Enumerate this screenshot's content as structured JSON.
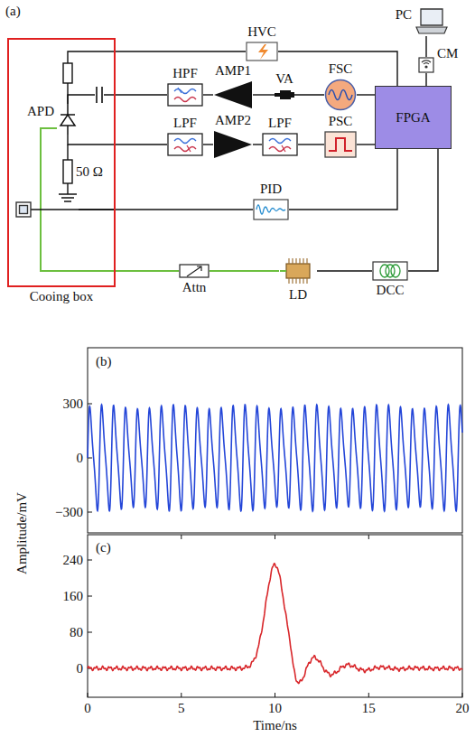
{
  "diagram": {
    "nodes": [
      {
        "text": [
          "Cooing box"
        ]
      },
      {
        "text": [
          "APD"
        ],
        "in": 0
      },
      {
        "text": [
          "HVC"
        ]
      },
      {
        "text": [
          "HPF"
        ]
      },
      {
        "text": [
          "AMP1"
        ]
      },
      {
        "text": [
          "VA"
        ]
      },
      {
        "text": [
          "FSC"
        ]
      },
      {
        "text": [
          "FPGA"
        ]
      },
      {
        "text": [
          "PC"
        ]
      },
      {
        "text": [
          "CM"
        ]
      },
      {
        "text": [
          "LPF"
        ]
      },
      {
        "text": [
          "AMP2"
        ]
      },
      {
        "text": [
          "LPF"
        ]
      },
      {
        "text": [
          "PSC"
        ]
      },
      {
        "text": [
          "PID"
        ]
      },
      {
        "text": [
          "Attn"
        ]
      },
      {
        "text": [
          "LD"
        ]
      },
      {
        "text": [
          "DCC"
        ]
      }
    ],
    "edges": [
      {
        "from": 2,
        "to": 1,
        "arrow": "none"
      },
      {
        "from": 1,
        "to": 3,
        "arrow": "none"
      },
      {
        "from": 3,
        "to": 4,
        "arrow": "none"
      },
      {
        "from": 4,
        "to": 5,
        "arrow": "none"
      },
      {
        "from": 5,
        "to": 6,
        "arrow": "none"
      },
      {
        "from": 6,
        "to": 7,
        "arrow": "none"
      },
      {
        "from": 7,
        "to": 2,
        "arrow": "none"
      },
      {
        "from": 1,
        "to": 10,
        "arrow": "none"
      },
      {
        "from": 10,
        "to": 11,
        "arrow": "none"
      },
      {
        "from": 11,
        "to": 12,
        "arrow": "none"
      },
      {
        "from": 12,
        "to": 13,
        "arrow": "none"
      },
      {
        "from": 13,
        "to": 7,
        "arrow": "none"
      },
      {
        "from": 14,
        "to": 7,
        "arrow": "none"
      },
      {
        "from": 14,
        "to": 0,
        "arrow": "none"
      },
      {
        "from": 7,
        "to": 17,
        "arrow": "none"
      },
      {
        "from": 17,
        "to": 16,
        "arrow": "none"
      },
      {
        "from": 16,
        "to": 15,
        "arrow": "none"
      },
      {
        "from": 15,
        "to": 1,
        "arrow": "none"
      },
      {
        "from": 7,
        "to": 9,
        "arrow": "none"
      },
      {
        "from": 9,
        "to": 8,
        "arrow": "none"
      }
    ],
    "labels": [
      "(a)",
      "50 Ω",
      "(b)",
      "300",
      "0",
      "−300",
      "(c)",
      "240",
      "160",
      "80",
      "0",
      "Amplitude/mV",
      "0",
      "5",
      "10",
      "15",
      "20",
      "Time/ns"
    ]
  }
}
